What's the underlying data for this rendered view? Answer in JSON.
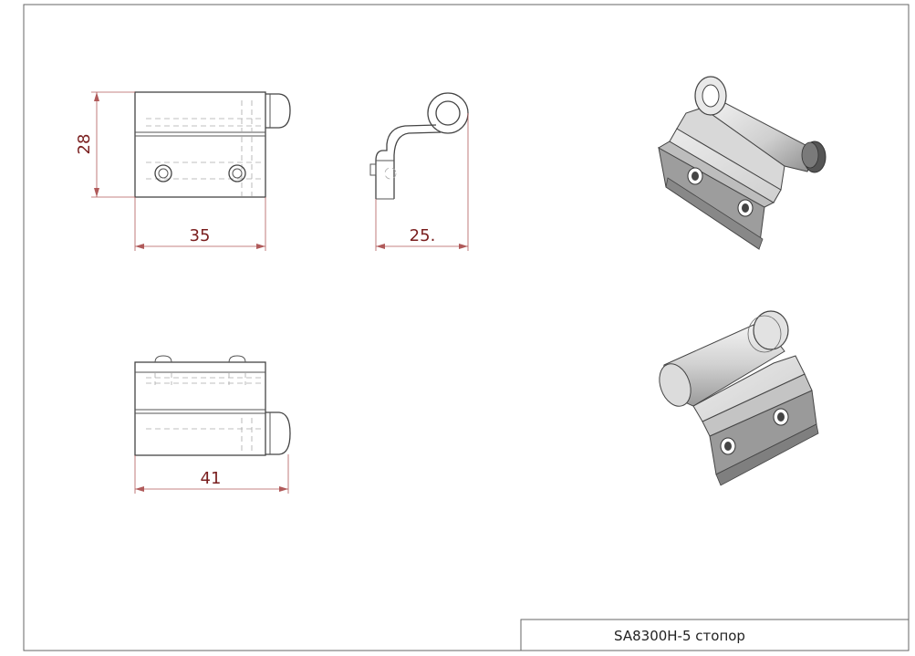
{
  "drawing": {
    "title_block_text": "SA8300H-5 стопор",
    "dimensions": {
      "front_height": "28",
      "front_width": "35",
      "side_width": "25.",
      "bottom_width": "41"
    }
  },
  "colors": {
    "border": "#666666",
    "line": "#555555",
    "dimension": "#b05a5a",
    "dimension_text": "#7a1f1f"
  }
}
